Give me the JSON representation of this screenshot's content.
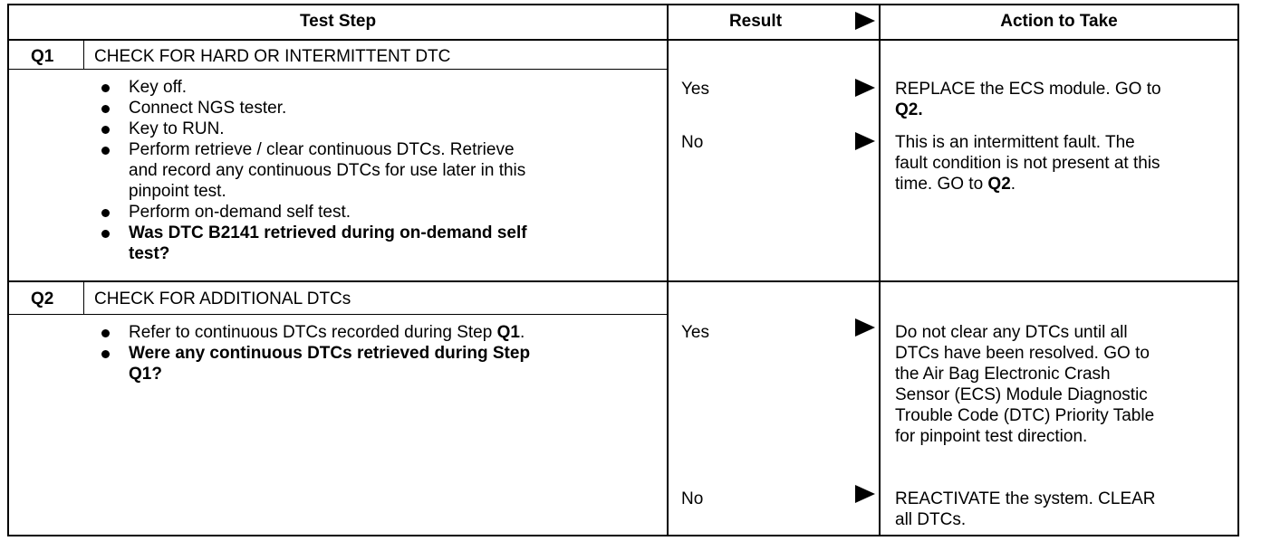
{
  "header": {
    "test_step": "Test Step",
    "result": "Result",
    "action": "Action to Take"
  },
  "steps": [
    {
      "id": "Q1",
      "title": "CHECK FOR HARD OR INTERMITTENT DTC",
      "bullets": [
        [
          "Key off."
        ],
        [
          "Connect NGS tester."
        ],
        [
          "Key to RUN."
        ],
        [
          "Perform retrieve / clear continuous DTCs. Retrieve",
          "and record any continuous DTCs for use later in this",
          "pinpoint test."
        ],
        [
          "Perform on-demand self test."
        ],
        [
          "Was DTC B2141 retrieved during on-demand self",
          "test?"
        ]
      ],
      "results": [
        {
          "label": "Yes",
          "action_lines": [
            "REPLACE the ECS module. GO to",
            "Q2."
          ]
        },
        {
          "label": "No",
          "action_lines": [
            "This is an intermittent fault. The",
            "fault condition is not present at this",
            "time. GO to ",
            "Q2",
            "."
          ]
        }
      ]
    },
    {
      "id": "Q2",
      "title": "CHECK FOR ADDITIONAL DTCs",
      "bullets": [
        [
          "Refer to continuous DTCs recorded during Step ",
          "Q1",
          "."
        ],
        [
          "Were any continuous DTCs retrieved during Step",
          "Q1?"
        ]
      ],
      "results": [
        {
          "label": "Yes",
          "action_lines": [
            "Do not clear any DTCs until all",
            "DTCs have been resolved. GO to",
            "the Air Bag Electronic Crash",
            "Sensor (ECS) Module Diagnostic",
            "Trouble Code (DTC) Priority Table",
            "for pinpoint test direction."
          ]
        },
        {
          "label": "No",
          "action_lines": [
            "REACTIVATE the system. CLEAR",
            "all DTCs."
          ]
        }
      ]
    }
  ]
}
